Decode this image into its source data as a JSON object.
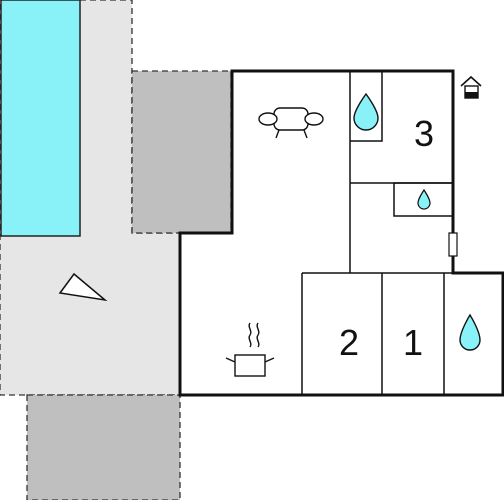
{
  "floorplan": {
    "room_numbers": {
      "room_1": "1",
      "room_2": "2",
      "room_3": "3"
    },
    "colors": {
      "pool": "#88f2f8",
      "terrace": "#e6e6e6",
      "covered": "#bfbfbf",
      "wall": "#111111",
      "water": "#88f2f8"
    },
    "icons": [
      "pool-area",
      "sofa-icon",
      "shower-icon",
      "sink-icon",
      "cooking-pot-icon",
      "bed-chair-icon",
      "entrance-house-icon",
      "window-icon"
    ]
  }
}
